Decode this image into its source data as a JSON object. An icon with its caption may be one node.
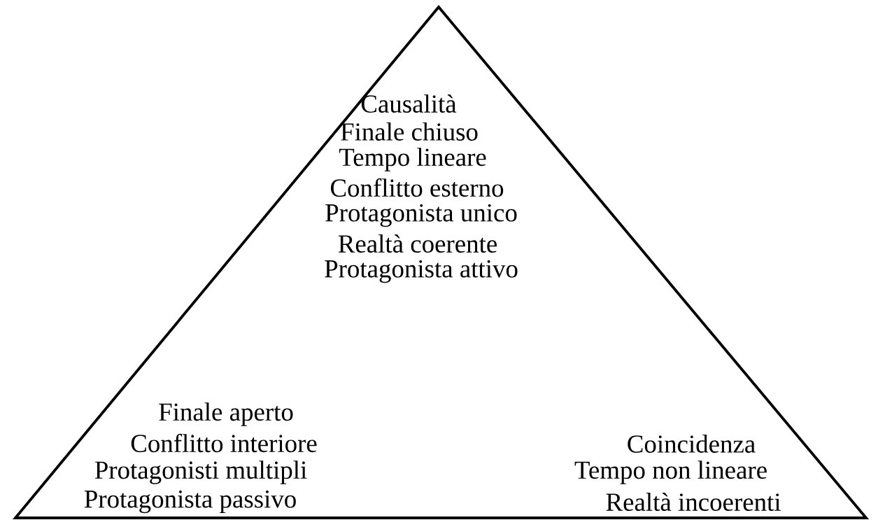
{
  "diagram": {
    "nodes": [
      {
        "text": [
          "Causalità",
          "Finale chiuso",
          "Tempo lineare",
          "Conflitto esterno",
          "Protagonista unico",
          "Realtà coerente",
          "Protagonista attivo",
          "Finale aperto",
          "Conflitto interiore",
          "Protagonisti multipli",
          "Protagonista passivo",
          "Coincidenza",
          "Tempo non lineare",
          "Realtà incoerenti"
        ]
      }
    ]
  }
}
